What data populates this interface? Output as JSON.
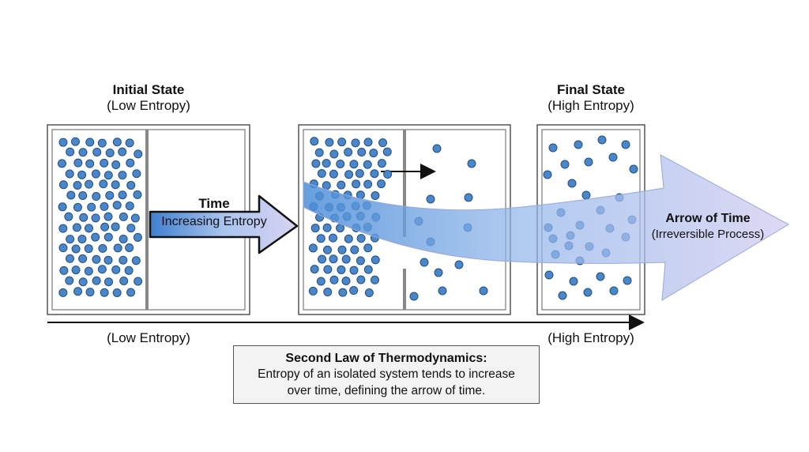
{
  "diagram": {
    "initial_state": {
      "title": "Initial State",
      "subtitle": "(Low Entropy)"
    },
    "final_state": {
      "title": "Final State",
      "subtitle": "(High Entropy)"
    },
    "time_arrow": {
      "title": "Time",
      "subtitle": "Increasing Entropy"
    },
    "arrow_of_time": {
      "title": "Arrow of Time",
      "subtitle": "(Irreversible Process)"
    },
    "timeline": {
      "left_label": "(Low Entropy)",
      "right_label": "(High Entropy)"
    },
    "law": {
      "title": "Second Law of Thermodynamics:",
      "line1": "Entropy of an isolated system tends to increase",
      "line2": "over time, defining the arrow of time."
    },
    "colors": {
      "particle": "#4a86c8",
      "particle_stroke": "#1f4f86",
      "flow_start": "#4f8fd6",
      "flow_end": "#c9c6ee",
      "box_border": "#444444"
    }
  }
}
